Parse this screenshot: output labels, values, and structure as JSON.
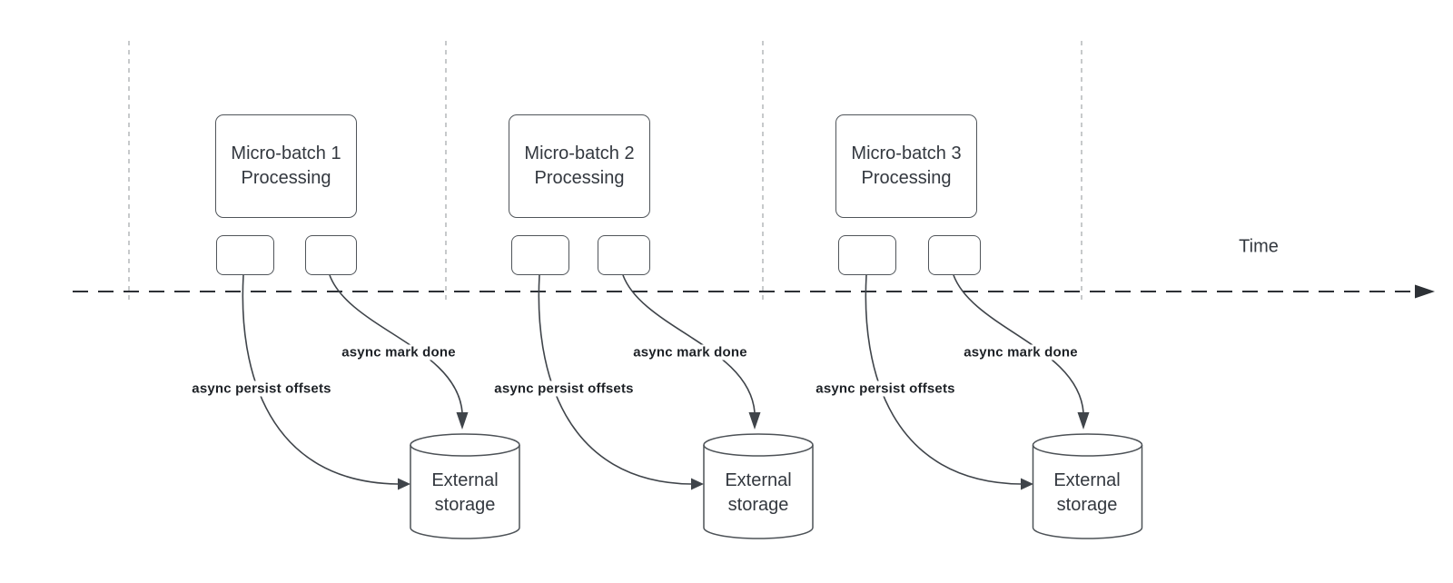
{
  "colors": {
    "stroke_dark": "#3f444a",
    "timeline_dark": "#2d3136",
    "divider_gray": "#b9bcbe",
    "text_dark": "#33383f",
    "edge_label_dark": "#1d2126",
    "background": "#ffffff"
  },
  "diagram": {
    "time_axis_label": "Time",
    "sections": [
      {
        "batch_line1": "Micro-batch 1",
        "batch_line2": "Processing",
        "persist_label": "async persist offsets",
        "done_label": "async mark done",
        "storage_line1": "External",
        "storage_line2": "storage"
      },
      {
        "batch_line1": "Micro-batch 2",
        "batch_line2": "Processing",
        "persist_label": "async persist offsets",
        "done_label": "async mark done",
        "storage_line1": "External",
        "storage_line2": "storage"
      },
      {
        "batch_line1": "Micro-batch 3",
        "batch_line2": "Processing",
        "persist_label": "async persist offsets",
        "done_label": "async mark done",
        "storage_line1": "External",
        "storage_line2": "storage"
      }
    ]
  }
}
